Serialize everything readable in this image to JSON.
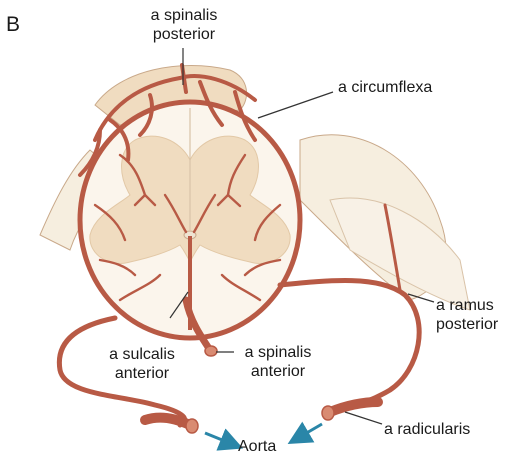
{
  "panel_letter": "B",
  "labels": {
    "spinalis_posterior": [
      "a spinalis",
      "posterior"
    ],
    "circumflexa": "a circumflexa",
    "ramus_posterior": [
      "a ramus",
      "posterior"
    ],
    "sulcalis_anterior": [
      "a sulcalis",
      "anterior"
    ],
    "spinalis_anterior": [
      "a spinalis",
      "anterior"
    ],
    "radicularis": "a radicularis",
    "aorta": "Aorta"
  },
  "colors": {
    "artery": "#b85a45",
    "artery_light": "#d98b72",
    "grey_matter": "#f0dcc0",
    "white_matter": "#fbf5ec",
    "nerve_root": "#f6eedf",
    "outline": "#c9a98a",
    "aorta_arrow": "#2a86a8"
  }
}
